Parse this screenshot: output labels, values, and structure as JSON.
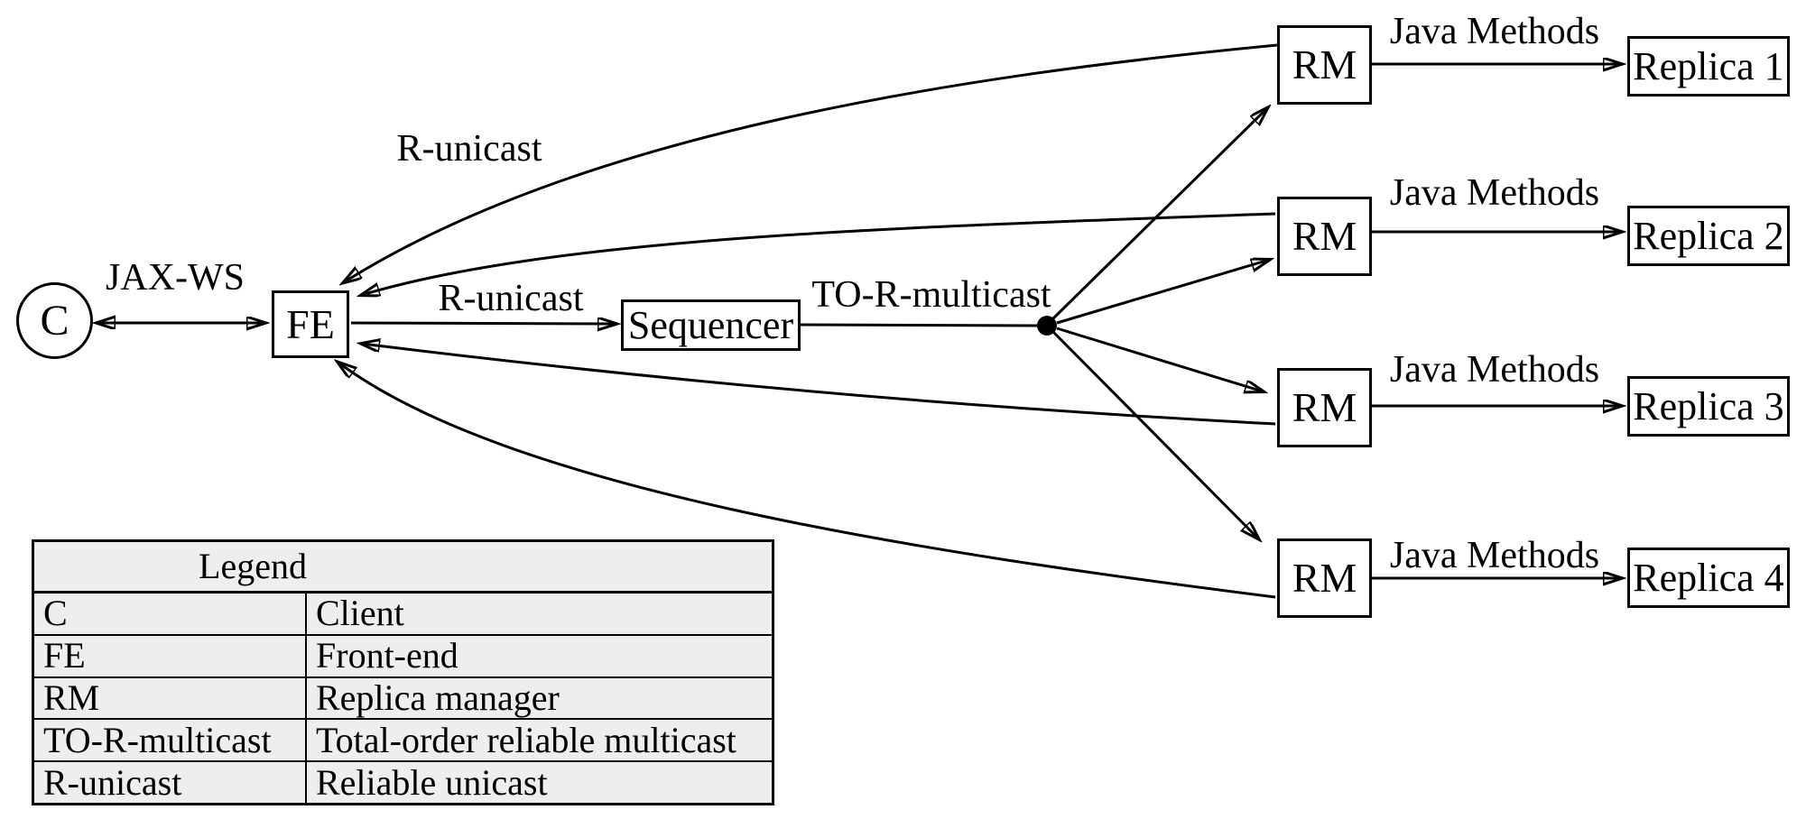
{
  "diagram": {
    "nodes": {
      "client": "C",
      "front_end": "FE",
      "sequencer": "Sequencer",
      "replica_manager": "RM",
      "replicas": [
        "Replica 1",
        "Replica 2",
        "Replica 3",
        "Replica 4"
      ]
    },
    "edge_labels": {
      "jax_ws": "JAX-WS",
      "r_unicast_upper": "R-unicast",
      "r_unicast_mid": "R-unicast",
      "to_r_multicast": "TO-R-multicast",
      "java_methods": "Java Methods"
    },
    "colors": {
      "line": "#000000",
      "node_fill": "#ffffff",
      "legend_fill": "#eeeeee",
      "text": "#000000",
      "background": "#ffffff"
    }
  },
  "legend": {
    "title": "Legend",
    "rows": [
      {
        "abbr": "C",
        "meaning": "Client"
      },
      {
        "abbr": "FE",
        "meaning": "Front-end"
      },
      {
        "abbr": "RM",
        "meaning": "Replica manager"
      },
      {
        "abbr": "TO-R-multicast",
        "meaning": "Total-order reliable multicast"
      },
      {
        "abbr": "R-unicast",
        "meaning": "Reliable unicast"
      }
    ]
  }
}
